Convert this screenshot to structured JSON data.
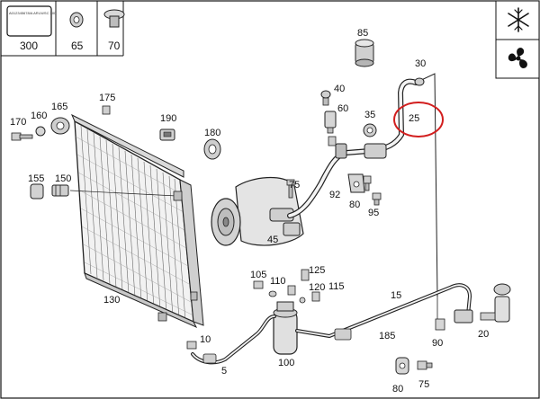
{
  "header": {
    "sheet_caption": "A012345678/A ARLN/SC 300",
    "boxes": [
      {
        "part": "300"
      },
      {
        "part": "65"
      },
      {
        "part": "70"
      }
    ]
  },
  "parts": [
    {
      "part": "85"
    },
    {
      "part": "30"
    },
    {
      "part": "25"
    },
    {
      "part": "40"
    },
    {
      "part": "60"
    },
    {
      "part": "35"
    },
    {
      "part": "175"
    },
    {
      "part": "170"
    },
    {
      "part": "160"
    },
    {
      "part": "165"
    },
    {
      "part": "190"
    },
    {
      "part": "180"
    },
    {
      "part": "155"
    },
    {
      "part": "150"
    },
    {
      "part": "75"
    },
    {
      "part": "92"
    },
    {
      "part": "80"
    },
    {
      "part": "95"
    },
    {
      "part": "45"
    },
    {
      "part": "130"
    },
    {
      "part": "105"
    },
    {
      "part": "110"
    },
    {
      "part": "125"
    },
    {
      "part": "120"
    },
    {
      "part": "115"
    },
    {
      "part": "15"
    },
    {
      "part": "10"
    },
    {
      "part": "5"
    },
    {
      "part": "100"
    },
    {
      "part": "185"
    },
    {
      "part": "90"
    },
    {
      "part": "20"
    },
    {
      "part": "80"
    },
    {
      "part": "75"
    }
  ],
  "icons": [
    "snowflake-icon",
    "fan-icon"
  ],
  "colors": {
    "highlight_circle": "#d21e1e",
    "line": "#1a1a1a",
    "frame": "#111111"
  }
}
